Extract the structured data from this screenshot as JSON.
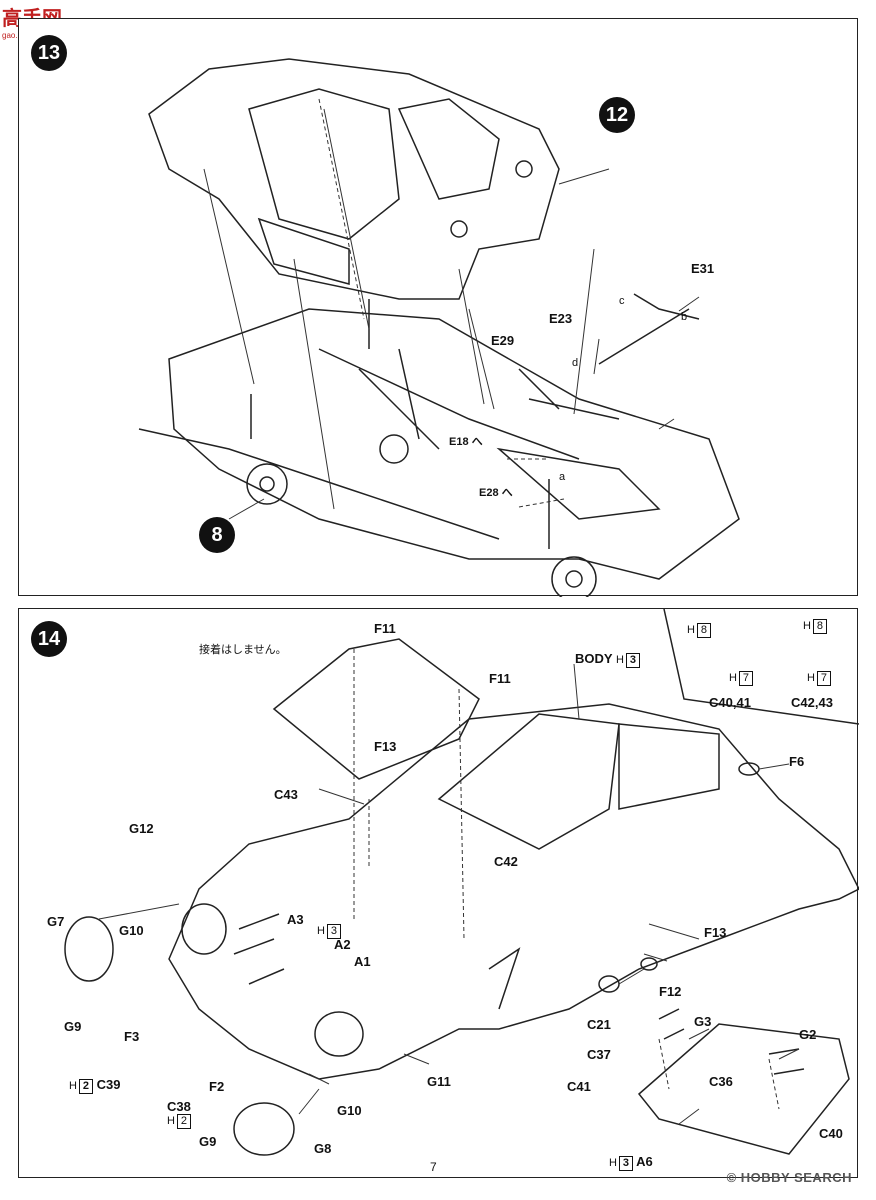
{
  "logo": {
    "cn": "高手网",
    "url": "gao.shou.com"
  },
  "steps": {
    "s13": "13",
    "s14": "14",
    "s12": "12",
    "s8": "8"
  },
  "labels13": {
    "e31": "E31",
    "e23": "E23",
    "e29": "E29",
    "e18": "E18 へ",
    "e28": "E28 へ",
    "c": "c",
    "b": "b",
    "d": "d",
    "a": "a"
  },
  "labels14": {
    "f11a": "F11",
    "f11b": "F11",
    "note": "接着はしません。",
    "body": "BODY",
    "body_h": "H",
    "body_n": "3",
    "f6": "F6",
    "f13a": "F13",
    "f13b": "F13",
    "c43": "C43",
    "g12": "G12",
    "c42": "C42",
    "g7": "G7",
    "g10a": "G10",
    "a3": "A3",
    "a2": "A2",
    "a1": "A1",
    "h": "H",
    "n3": "3",
    "n2": "2",
    "g9a": "G9",
    "f3": "F3",
    "c39": "C39",
    "c38": "C38",
    "f2": "F2",
    "g9b": "G9",
    "g8": "G8",
    "g10b": "G10",
    "g11": "G11",
    "c21": "C21",
    "f12": "F12",
    "g3": "G3",
    "g2": "G2",
    "c37": "C37",
    "c36": "C36",
    "c41": "C41",
    "c40": "C40",
    "a6": "A6",
    "inset_h8": "8",
    "inset_h7": "7",
    "inset_c4041": "C40,41",
    "inset_c4243": "C42,43"
  },
  "footer": {
    "page": "7",
    "watermark": "© HOBBY SEARCH"
  }
}
